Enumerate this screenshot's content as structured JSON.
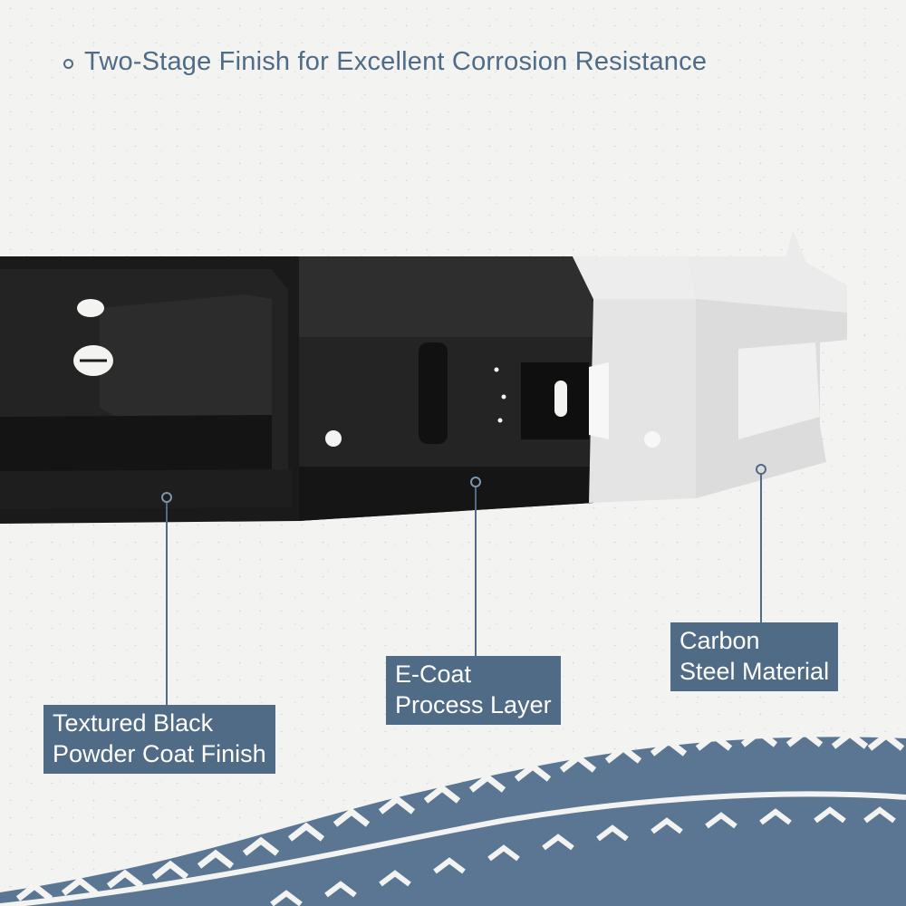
{
  "headline": "Two-Stage Finish for Excellent Corrosion Resistance",
  "callouts": {
    "powder_coat": {
      "line1": "Textured Black",
      "line2": "Powder Coat Finish"
    },
    "ecoat": {
      "line1": "E-Coat",
      "line2": "Process Layer"
    },
    "carbon": {
      "line1": "Carbon",
      "line2": "Steel Material"
    }
  },
  "colors": {
    "accent": "#4f6b86",
    "background": "#f3f3f1",
    "powder_black": "#1b1b1b",
    "ecoat_black": "#262626",
    "bare_steel": "#e2e2e2"
  }
}
